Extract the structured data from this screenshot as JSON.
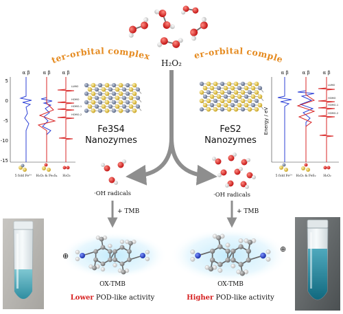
{
  "center_reagent": "H₂O₂",
  "left_label": "outer-orbital complexes",
  "right_label": "inner-orbital complexes",
  "left_nanozyme": {
    "formula": "Fe3S4",
    "name": "Nanozymes"
  },
  "right_nanozyme": {
    "formula": "FeS2",
    "name": "Nanozymes"
  },
  "radical_label": "·OH radicals",
  "reagent_step": "+ TMB",
  "product_label": "OX-TMB",
  "charge_symbol": "⊕",
  "left_activity": {
    "level": "Lower",
    "rest": " POD-like activity"
  },
  "right_activity": {
    "level": "Higher",
    "rest": " POD-like activity"
  },
  "left_dos_panel": {
    "axis_ticks": [
      "5",
      "0",
      "-5",
      "-10",
      "-15"
    ],
    "column_headers": [
      "α β",
      "α β",
      "α β"
    ],
    "column_labels": [
      "5 fold Fe³⁺",
      "H₂O₂ & Fe₃S₄",
      "H₂O₂"
    ],
    "orbital_tags": [
      "LUMO",
      "HOMO",
      "HOMO-1",
      "HOMO-2"
    ]
  },
  "right_dos_panel": {
    "axis_label": "Energy / eV",
    "column_headers": [
      "α β",
      "α β",
      "α β"
    ],
    "column_labels": [
      "5 fold Fe²⁺",
      "H₂O₂ & FeS₂",
      "H₂O₂"
    ],
    "orbital_tags": [
      "LUMO",
      "HOMO",
      "HOMO-1",
      "HOMO-2"
    ]
  },
  "colors": {
    "arrow": "#8e8e8e",
    "oxygen": "#e03030",
    "hydrogen": "#f2f2f2",
    "iron": "#7d8aa6",
    "sulfur": "#e7c64a",
    "orange_label": "#e58a1f",
    "red_text": "#d62020",
    "dos_blue": "#2b3fd6",
    "dos_red": "#d82424",
    "nitrogen": "#2840c8",
    "tmb_solution": "#3aa3b6",
    "glow": "#cfeefc"
  }
}
